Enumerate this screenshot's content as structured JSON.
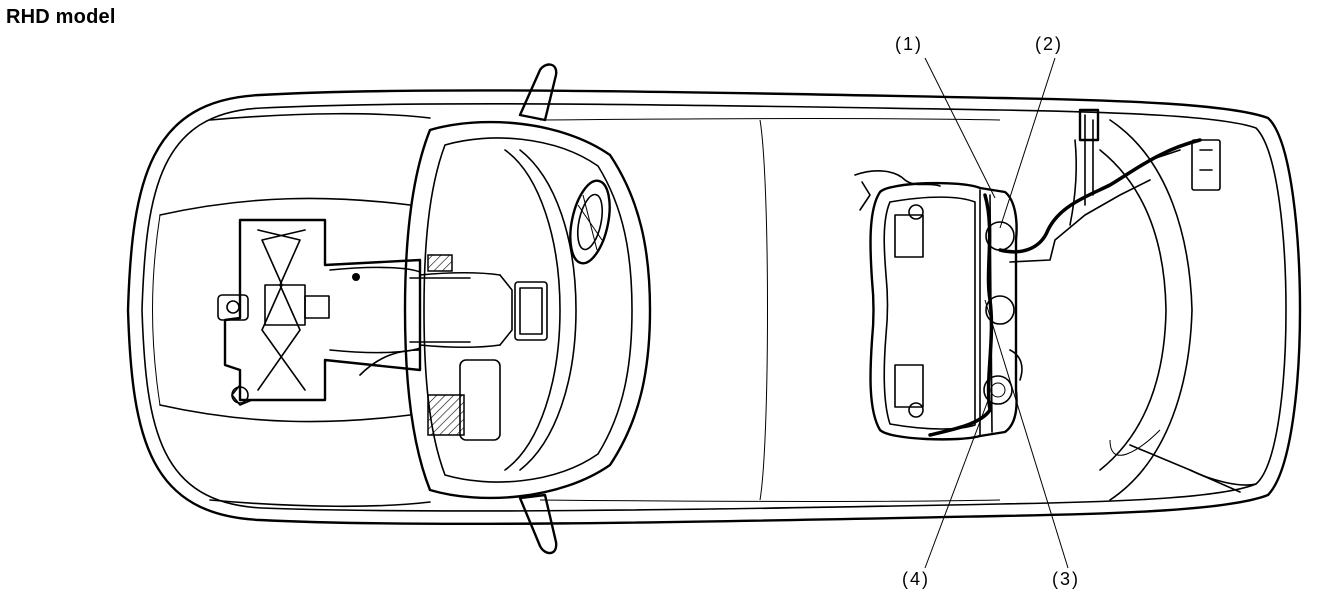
{
  "title": "RHD model",
  "callouts": [
    {
      "id": "c1",
      "label": "(1)"
    },
    {
      "id": "c2",
      "label": "(2)"
    },
    {
      "id": "c3",
      "label": "(3)"
    },
    {
      "id": "c4",
      "label": "(4)"
    }
  ]
}
